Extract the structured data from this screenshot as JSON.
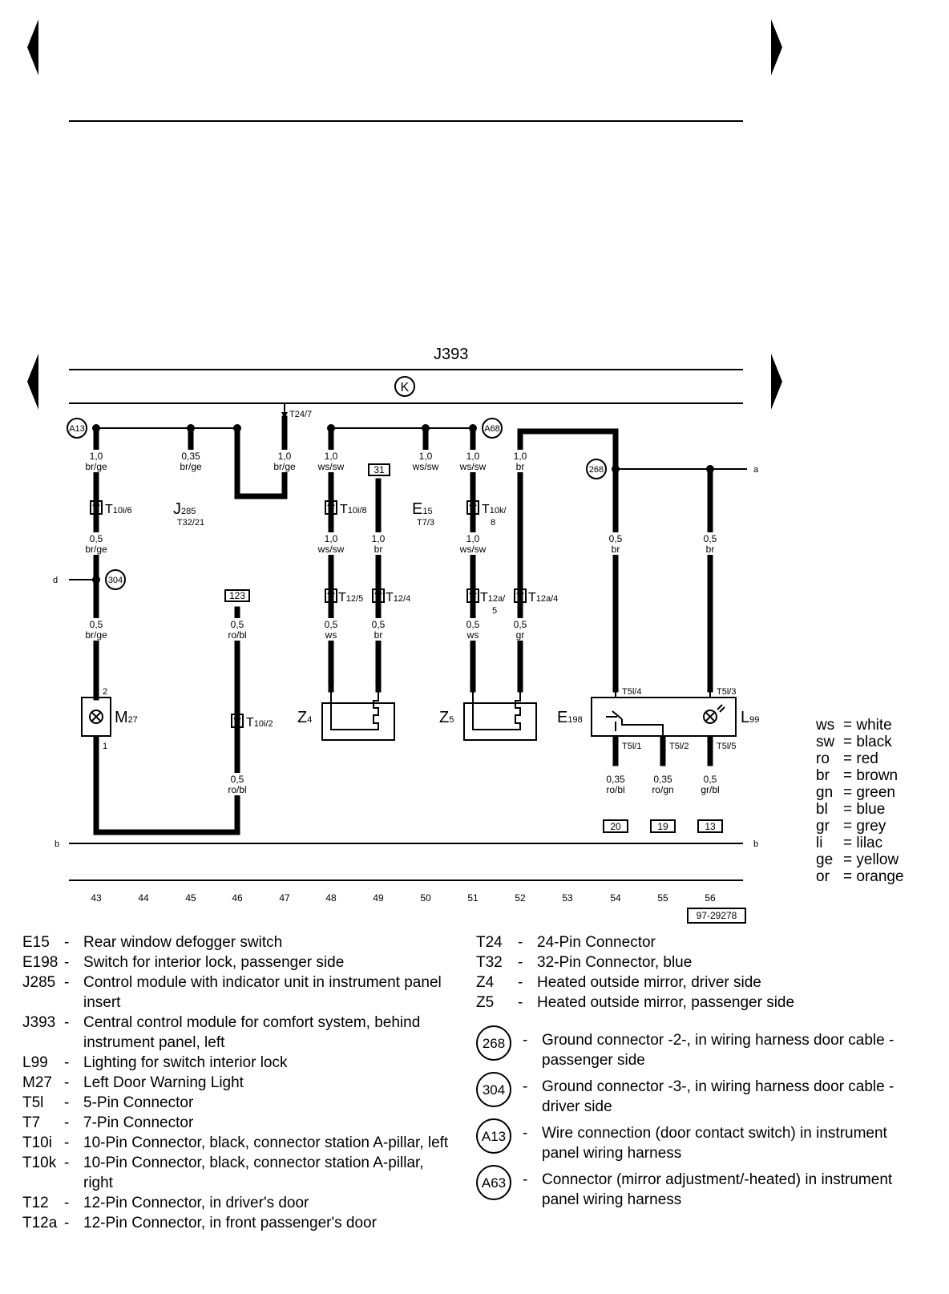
{
  "diagram": {
    "module_label": "J393",
    "module_symbol": "K",
    "drawing_number": "97-29278",
    "edge_labels": {
      "a": "a",
      "b": "b",
      "d": "d"
    },
    "ground_points": {
      "a13": "A13",
      "a68": "A68",
      "g268": "268",
      "g304": "304"
    },
    "tap": "T24/7",
    "wires": {
      "w43a": [
        "1,0",
        "br/ge"
      ],
      "w43b": [
        "0,5",
        "br/ge"
      ],
      "w43c": [
        "0,5",
        "br/ge"
      ],
      "w45": [
        "0,35",
        "br/ge"
      ],
      "w47": [
        "1,0",
        "br/ge"
      ],
      "w48a": [
        "1,0",
        "ws/sw"
      ],
      "w48b": [
        "1,0",
        "ws/sw"
      ],
      "w48c": [
        "0,5",
        "ws"
      ],
      "w49a": [
        "1,0",
        "br"
      ],
      "w49b": [
        "0,5",
        "br"
      ],
      "w50": [
        "1,0",
        "ws/sw"
      ],
      "w51a": [
        "1,0",
        "ws/sw"
      ],
      "w51b": [
        "1,0",
        "ws/sw"
      ],
      "w51c": [
        "0,5",
        "ws"
      ],
      "w52a": [
        "1,0",
        "br"
      ],
      "w52b": [
        "0,5",
        "gr"
      ],
      "w54": [
        "0,5",
        "br"
      ],
      "w56": [
        "0,5",
        "br"
      ],
      "w46": [
        "0,5",
        "ro/bl"
      ],
      "w46b": [
        "0,5",
        "ro/bl"
      ],
      "w54b": [
        "0,35",
        "ro/bl"
      ],
      "w55b": [
        "0,35",
        "ro/gn"
      ],
      "w56b": [
        "0,5",
        "gr/bl"
      ]
    },
    "connectors": {
      "t10i6": [
        "T",
        "10i/6"
      ],
      "t10i8": [
        "T",
        "10i/8"
      ],
      "t10k8": [
        "T",
        "10k/",
        "8"
      ],
      "t125": [
        "T",
        "12/5"
      ],
      "t124": [
        "T",
        "12/4"
      ],
      "t12a5": [
        "T",
        "12a/",
        "5"
      ],
      "t12a4": [
        "T",
        "12a/4"
      ],
      "t10i2": [
        "T",
        "10i/2"
      ]
    },
    "pins": {
      "p2": "2",
      "p1": "1",
      "t5l4": "T5l/4",
      "t5l3": "T5l/3",
      "t5l1": "T5l/1",
      "t5l2": "T5l/2",
      "t5l5": "T5l/5"
    },
    "components": {
      "j285": [
        "J",
        "285"
      ],
      "j285_pin": "T32/21",
      "e15": [
        "E",
        "15"
      ],
      "e15_pin": "T7/3",
      "m27": [
        "M",
        "27"
      ],
      "z4": [
        "Z",
        "4"
      ],
      "z5": [
        "Z",
        "5"
      ],
      "e198": [
        "E",
        "198"
      ],
      "l99": [
        "L",
        "99"
      ]
    },
    "boxes": {
      "b31": "31",
      "b123": "123",
      "b20": "20",
      "b19": "19",
      "b13": "13"
    },
    "tracks": [
      "43",
      "44",
      "45",
      "46",
      "47",
      "48",
      "49",
      "50",
      "51",
      "52",
      "53",
      "54",
      "55",
      "56"
    ]
  },
  "color_key": [
    {
      "code": "ws",
      "name": "white"
    },
    {
      "code": "sw",
      "name": "black"
    },
    {
      "code": "ro",
      "name": "red"
    },
    {
      "code": "br",
      "name": "brown"
    },
    {
      "code": "gn",
      "name": "green"
    },
    {
      "code": "bl",
      "name": "blue"
    },
    {
      "code": "gr",
      "name": "grey"
    },
    {
      "code": "li",
      "name": "lilac"
    },
    {
      "code": "ge",
      "name": "yellow"
    },
    {
      "code": "or",
      "name": "orange"
    }
  ],
  "legend_left": [
    {
      "code": "E15",
      "desc": "Rear window defogger switch"
    },
    {
      "code": "E198",
      "desc": "Switch for interior lock, passenger side"
    },
    {
      "code": "J285",
      "desc": "Control module with indicator unit in instrument panel insert"
    },
    {
      "code": "J393",
      "desc": "Central control module for comfort system, behind instrument panel, left"
    },
    {
      "code": "L99",
      "desc": "Lighting for switch interior lock"
    },
    {
      "code": "M27",
      "desc": "Left Door Warning Light"
    },
    {
      "code": "T5l",
      "desc": "5-Pin Connector"
    },
    {
      "code": "T7",
      "desc": "7-Pin Connector"
    },
    {
      "code": "T10i",
      "desc": "10-Pin Connector, black, connector station A-pillar, left"
    },
    {
      "code": "T10k",
      "desc": "10-Pin Connector, black, connector station A-pillar, right"
    },
    {
      "code": "T12",
      "desc": "12-Pin Connector, in driver's door"
    },
    {
      "code": "T12a",
      "desc": "12-Pin Connector, in front passenger's door"
    }
  ],
  "legend_right": [
    {
      "code": "T24",
      "desc": "24-Pin Connector"
    },
    {
      "code": "T32",
      "desc": "32-Pin Connector, blue"
    },
    {
      "code": "Z4",
      "desc": "Heated outside mirror, driver side"
    },
    {
      "code": "Z5",
      "desc": "Heated outside mirror, passenger side"
    }
  ],
  "legend_grounds": [
    {
      "code": "268",
      "desc": "Ground connector -2-, in wiring harness door cable - passenger side"
    },
    {
      "code": "304",
      "desc": "Ground connector -3-, in wiring harness door cable - driver side"
    },
    {
      "code": "A13",
      "desc": "Wire connection (door contact switch) in instrument panel wiring harness"
    },
    {
      "code": "A63",
      "desc": "Connector (mirror adjustment/-heated) in instrument panel wiring harness"
    }
  ],
  "legend_dash": "-",
  "color_key_eq": "="
}
